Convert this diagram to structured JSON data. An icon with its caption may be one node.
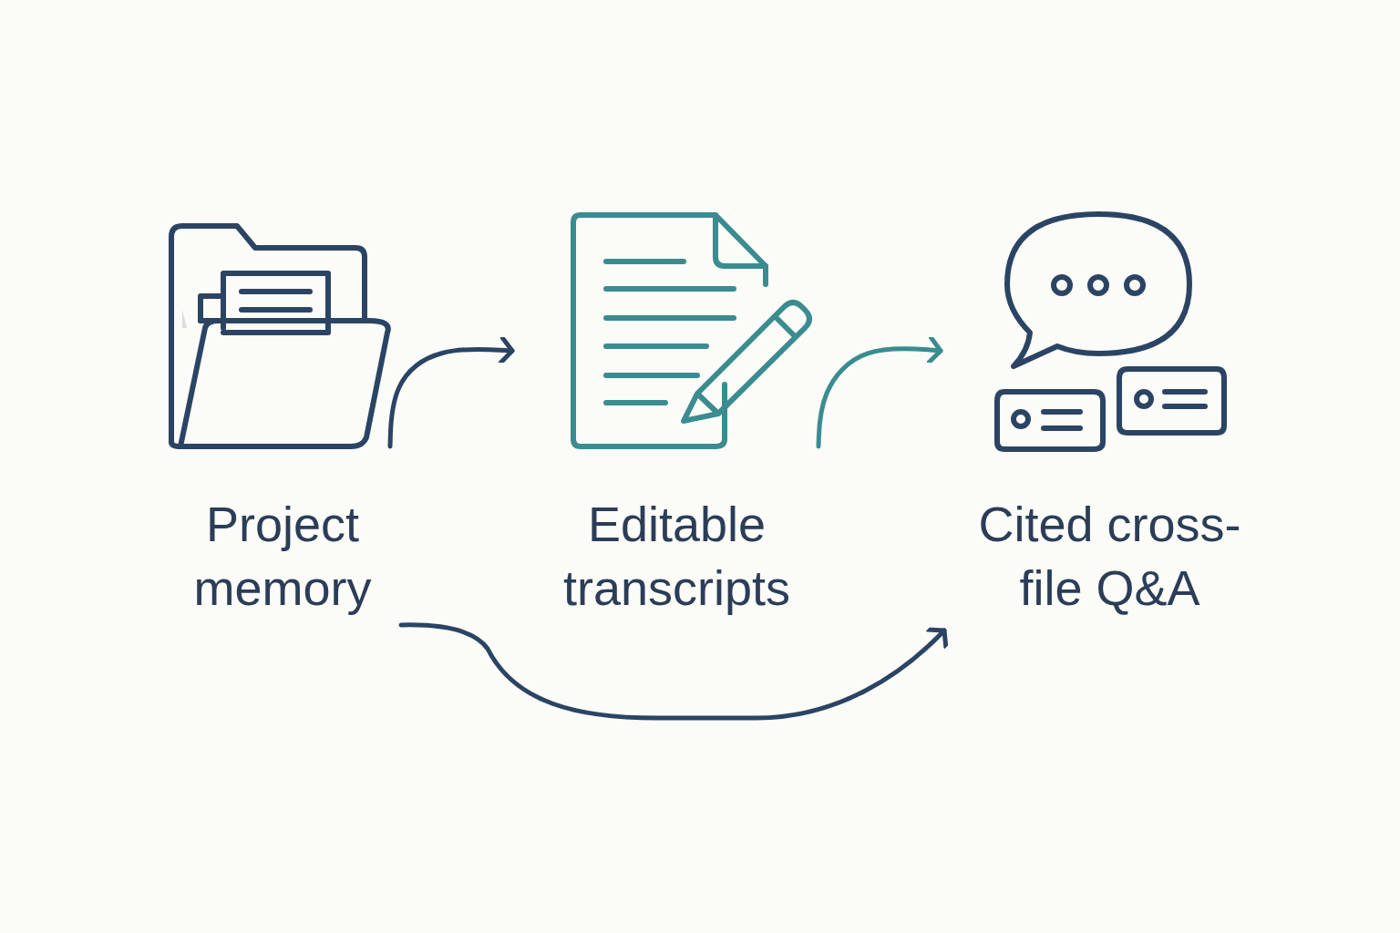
{
  "diagram": {
    "nodes": [
      {
        "text": [
          "Project memory"
        ]
      },
      {
        "text": [
          "Editable transcripts"
        ]
      },
      {
        "text": [
          "Cited cross-file Q&A"
        ]
      }
    ],
    "edges": [
      {
        "from": 0,
        "to": 1,
        "arrow": "to",
        "color": "#2b4464"
      },
      {
        "from": 1,
        "to": 2,
        "arrow": "to",
        "color": "#3a8c90"
      },
      {
        "from": 0,
        "to": 2,
        "arrow": "to",
        "color": "#2b4464"
      }
    ]
  }
}
